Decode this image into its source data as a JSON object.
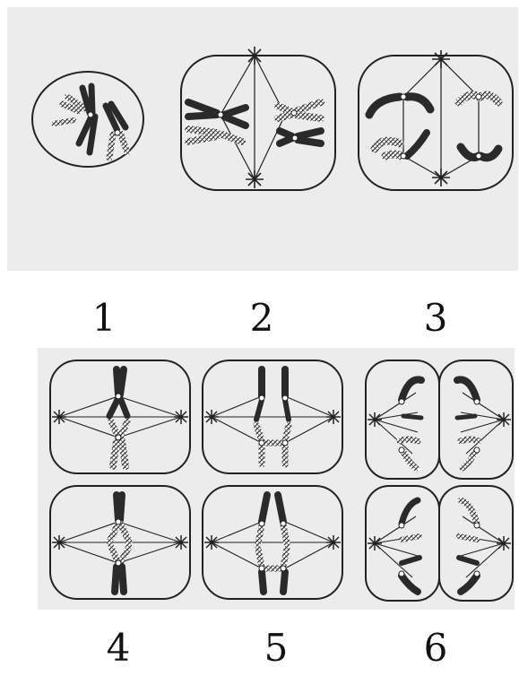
{
  "labels": [
    "1",
    "2",
    "3",
    "4",
    "5",
    "6"
  ],
  "colors": {
    "background": "#ffffff",
    "panel": "#ececec",
    "outline": "#222222",
    "dark_chromosome": "#2a2a2a",
    "hatched_chromosome": "#9a9a9a"
  }
}
